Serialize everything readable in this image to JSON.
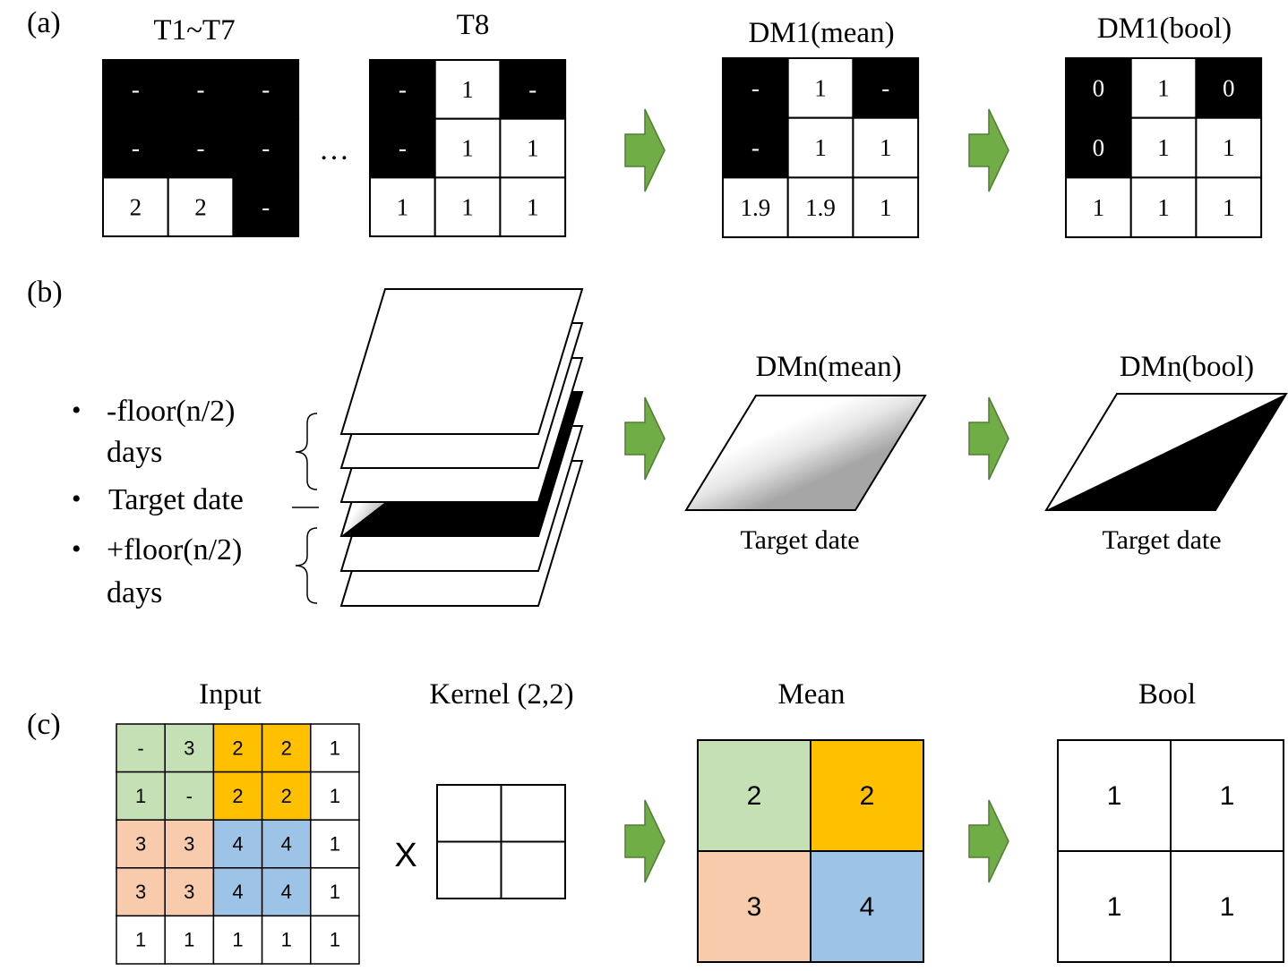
{
  "colors": {
    "black": "#000000",
    "white": "#ffffff",
    "arrow_green": "#70AD47",
    "arrow_green_dark": "#507E32",
    "mean_gray": "#a6a6a6",
    "green_cell": "#C5E0B4",
    "orange_cell": "#FFC000",
    "salmon_cell": "#F8CBAD",
    "blue_cell": "#9DC3E6"
  },
  "panel_a": {
    "label": "(a)",
    "grids": [
      {
        "title": "T1~T7",
        "cells": [
          [
            "-",
            "-",
            "-"
          ],
          [
            "-",
            "-",
            "-"
          ],
          [
            "2",
            "2",
            "-"
          ]
        ],
        "fills": [
          [
            "black",
            "black",
            "black"
          ],
          [
            "black",
            "black",
            "black"
          ],
          [
            "white",
            "white",
            "black"
          ]
        ]
      },
      {
        "title": "T8",
        "cells": [
          [
            "-",
            "1",
            "-"
          ],
          [
            "-",
            "1",
            "1"
          ],
          [
            "1",
            "1",
            "1"
          ]
        ],
        "fills": [
          [
            "black",
            "white",
            "black"
          ],
          [
            "black",
            "white",
            "white"
          ],
          [
            "white",
            "white",
            "white"
          ]
        ]
      },
      {
        "title": "DM1(mean)",
        "cells": [
          [
            "-",
            "1",
            "-"
          ],
          [
            "-",
            "1",
            "1"
          ],
          [
            "1.9",
            "1.9",
            "1"
          ]
        ],
        "fills": [
          [
            "black",
            "white",
            "black"
          ],
          [
            "black",
            "white",
            "white"
          ],
          [
            "white",
            "white",
            "white"
          ]
        ]
      },
      {
        "title": "DM1(bool)",
        "cells": [
          [
            "0",
            "1",
            "0"
          ],
          [
            "0",
            "1",
            "1"
          ],
          [
            "1",
            "1",
            "1"
          ]
        ],
        "fills": [
          [
            "black",
            "white",
            "black"
          ],
          [
            "black",
            "white",
            "white"
          ],
          [
            "white",
            "white",
            "white"
          ]
        ]
      }
    ],
    "ellipsis": "…"
  },
  "panel_b": {
    "label": "(b)",
    "bullets": [
      {
        "line1": "-floor(n/2)",
        "line2": "days"
      },
      {
        "line1": "Target date",
        "line2": ""
      },
      {
        "line1": "+floor(n/2)",
        "line2": "days"
      }
    ],
    "bullet_glyph": "•",
    "mean_title": "DMn(mean)",
    "bool_title": "DMn(bool)",
    "mean_caption": "Target date",
    "bool_caption": "Target date"
  },
  "panel_c": {
    "label": "(c)",
    "input_title": "Input",
    "input_cells": [
      [
        "-",
        "3",
        "2",
        "2",
        "1"
      ],
      [
        "1",
        "-",
        "2",
        "2",
        "1"
      ],
      [
        "3",
        "3",
        "4",
        "4",
        "1"
      ],
      [
        "3",
        "3",
        "4",
        "4",
        "1"
      ],
      [
        "1",
        "1",
        "1",
        "1",
        "1"
      ]
    ],
    "input_fills": [
      [
        "green",
        "green",
        "orange",
        "orange",
        "white"
      ],
      [
        "green",
        "green",
        "orange",
        "orange",
        "white"
      ],
      [
        "salmon",
        "salmon",
        "blue",
        "blue",
        "white"
      ],
      [
        "salmon",
        "salmon",
        "blue",
        "blue",
        "white"
      ],
      [
        "white",
        "white",
        "white",
        "white",
        "white"
      ]
    ],
    "times": "X",
    "kernel_title": "Kernel (2,2)",
    "mean_title": "Mean",
    "mean_cells": [
      [
        "2",
        "2"
      ],
      [
        "3",
        "4"
      ]
    ],
    "mean_fills": [
      [
        "green",
        "orange"
      ],
      [
        "salmon",
        "blue"
      ]
    ],
    "bool_title": "Bool",
    "bool_cells": [
      [
        "1",
        "1"
      ],
      [
        "1",
        "1"
      ]
    ]
  }
}
